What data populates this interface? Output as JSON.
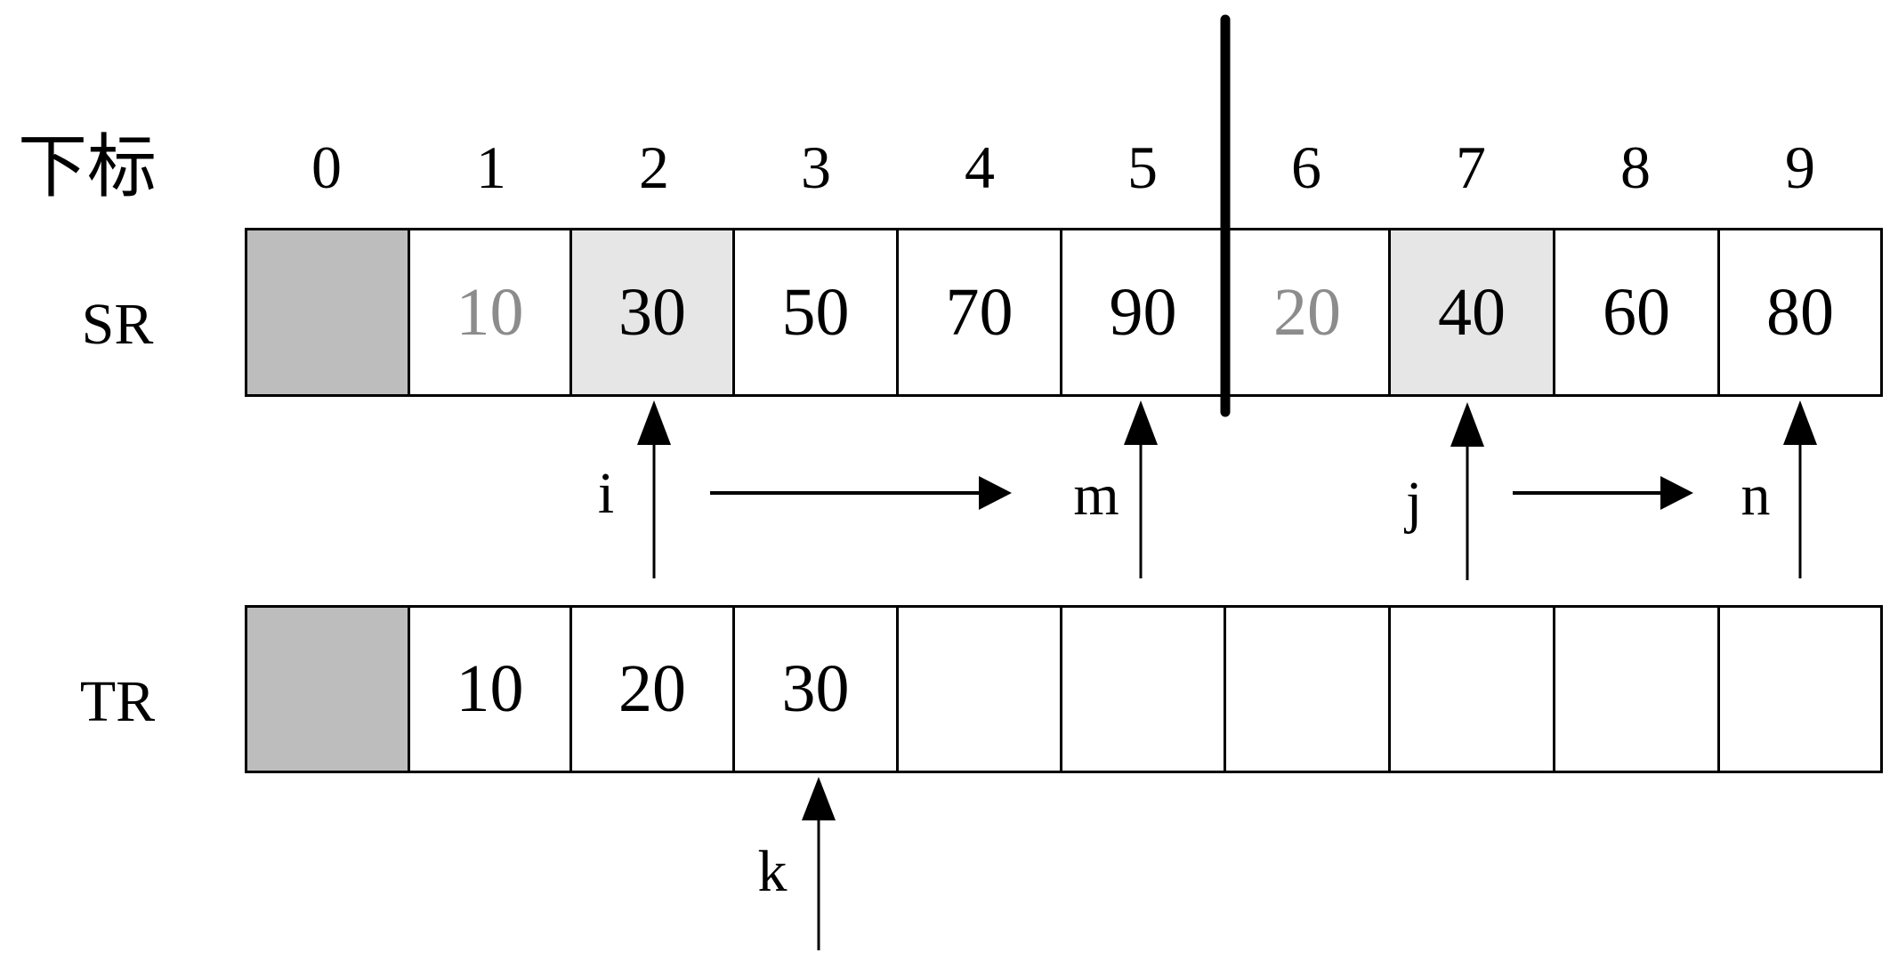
{
  "diagram": {
    "index_header_label": "下标",
    "indices": [
      "0",
      "1",
      "2",
      "3",
      "4",
      "5",
      "6",
      "7",
      "8",
      "9"
    ],
    "rows": [
      {
        "name": "SR",
        "cells": [
          {
            "value": "",
            "style": "shaded-dark"
          },
          {
            "value": "10",
            "style": "faded"
          },
          {
            "value": "30",
            "style": "shaded-light"
          },
          {
            "value": "50",
            "style": ""
          },
          {
            "value": "70",
            "style": ""
          },
          {
            "value": "90",
            "style": ""
          },
          {
            "value": "20",
            "style": "faded"
          },
          {
            "value": "40",
            "style": "shaded-light"
          },
          {
            "value": "60",
            "style": ""
          },
          {
            "value": "80",
            "style": ""
          }
        ]
      },
      {
        "name": "TR",
        "cells": [
          {
            "value": "",
            "style": "shaded-dark"
          },
          {
            "value": "10",
            "style": ""
          },
          {
            "value": "20",
            "style": ""
          },
          {
            "value": "30",
            "style": ""
          },
          {
            "value": "",
            "style": ""
          },
          {
            "value": "",
            "style": ""
          },
          {
            "value": "",
            "style": ""
          },
          {
            "value": "",
            "style": ""
          },
          {
            "value": "",
            "style": ""
          },
          {
            "value": "",
            "style": ""
          }
        ]
      }
    ],
    "divider_after_index": 5,
    "pointers": [
      {
        "label": "i",
        "row": "SR",
        "index": 2
      },
      {
        "label": "m",
        "row": "SR",
        "index": 5
      },
      {
        "label": "j",
        "row": "SR",
        "index": 7
      },
      {
        "label": "n",
        "row": "SR",
        "index": 9
      },
      {
        "label": "k",
        "row": "TR",
        "index": 3
      }
    ],
    "motion_arrows": [
      {
        "from": "i",
        "to": "m"
      },
      {
        "from": "j",
        "to": "n"
      }
    ],
    "colors": {
      "line": "#000000",
      "sentinel_fill": "#bdbdbd",
      "current_fill": "#e6e6e6",
      "faded_text": "#8c8c8c"
    }
  }
}
